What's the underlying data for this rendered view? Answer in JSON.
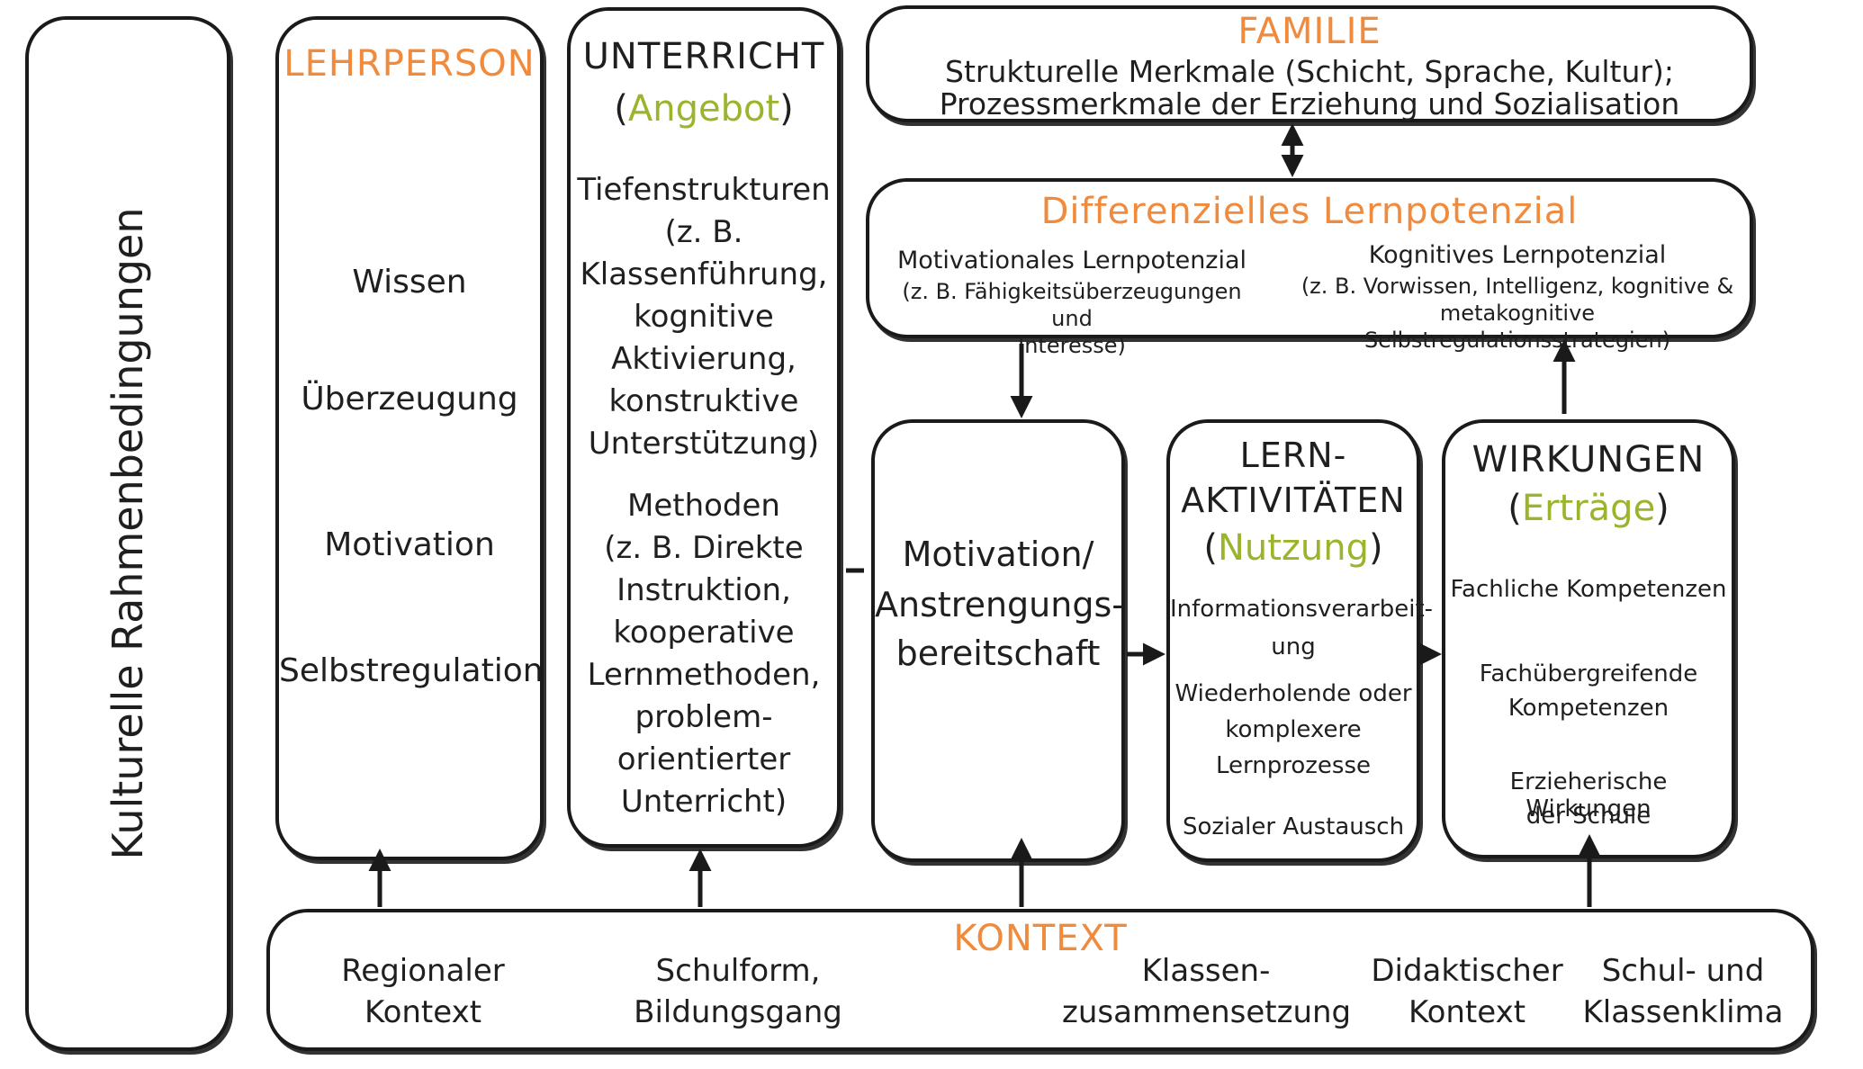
{
  "kulturell": "Kulturelle Rahmenbedingungen",
  "lehrperson": {
    "title": "LEHRPERSON",
    "items": [
      "Wissen",
      "Überzeugung",
      "Motivation",
      "Selbstregulation"
    ]
  },
  "unterricht": {
    "title": "UNTERRICHT",
    "paren_open": "(",
    "subtitle": "Angebot",
    "paren_close": ")",
    "lines": [
      "Tiefenstrukturen",
      "(z. B.",
      "Klassenführung,",
      "kognitive",
      "Aktivierung,",
      "konstruktive",
      "Unterstützung)",
      "",
      "Methoden",
      "(z. B. Direkte",
      "Instruktion,",
      "kooperative",
      "Lernmethoden,",
      "problem-",
      "orientierter",
      "Unterricht)"
    ]
  },
  "familie": {
    "title": "FAMILIE",
    "line1": "Strukturelle Merkmale (Schicht, Sprache, Kultur);",
    "line2": "Prozessmerkmale der Erziehung und Sozialisation"
  },
  "lernpotenzial": {
    "title": "Differenzielles Lernpotenzial",
    "motivational": {
      "head": "Motivationales Lernpotenzial",
      "line1": "(z. B. Fähigkeitsüberzeugungen und",
      "line2": "Interesse)"
    },
    "kognitiv": {
      "head": "Kognitives Lernpotenzial",
      "line1": "(z. B. Vorwissen, Intelligenz, kognitive &",
      "line2": "metakognitive Selbstregulationsstrategien)"
    }
  },
  "motivation": {
    "lines": [
      "Motivation/",
      "Anstrengungs-",
      "bereitschaft"
    ]
  },
  "lernaktivitaeten": {
    "title1": "LERN-",
    "title2": "AKTIVITÄTEN",
    "paren_open": "(",
    "subtitle": "Nutzung",
    "paren_close": ")",
    "items": [
      "Informationsverarbeit-",
      "ung",
      "Wiederholende oder",
      "komplexere",
      "Lernprozesse",
      "Sozialer Austausch"
    ]
  },
  "wirkungen": {
    "title": "WIRKUNGEN",
    "paren_open": "(",
    "subtitle": "Erträge",
    "paren_close": ")",
    "items": [
      "Fachliche Kompetenzen",
      "Fachübergreifende",
      "Kompetenzen",
      "Erzieherische Wirkungen",
      "der Schule"
    ]
  },
  "kontext": {
    "title": "KONTEXT",
    "items": [
      {
        "l1": "Regionaler",
        "l2": "Kontext"
      },
      {
        "l1": "Schulform,",
        "l2": "Bildungsgang"
      },
      {
        "l1": "Klassen-",
        "l2": "zusammensetzung"
      },
      {
        "l1": "Didaktischer",
        "l2": "Kontext"
      },
      {
        "l1": "Schul- und",
        "l2": "Klassenklima"
      }
    ]
  },
  "colors": {
    "accent_orange": "#f08a3c",
    "accent_green": "#9ab52c",
    "stroke": "#1a1a1a"
  }
}
